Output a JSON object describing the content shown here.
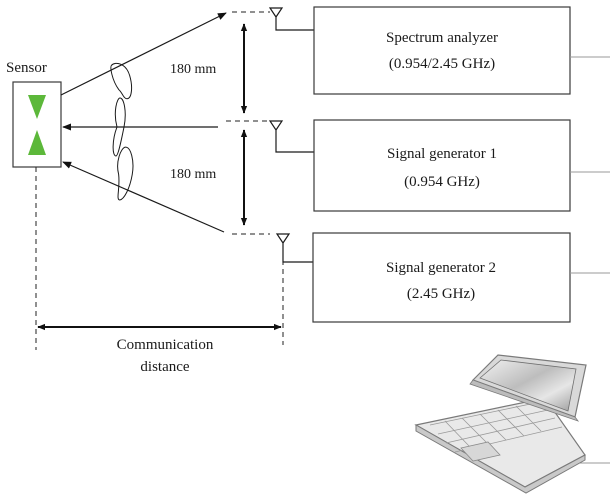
{
  "sensor": {
    "label": "Sensor",
    "triangle_color": "#5cb83a"
  },
  "spacing": {
    "upper": "180 mm",
    "lower": "180 mm"
  },
  "instruments": [
    {
      "name": "Spectrum analyzer",
      "freq": "(0.954/2.45 GHz)"
    },
    {
      "name": "Signal generator 1",
      "freq": "(0.954 GHz)"
    },
    {
      "name": "Signal generator 2",
      "freq": "(2.45 GHz)"
    }
  ],
  "distance": {
    "line1": "Communication",
    "line2": "distance"
  },
  "icons": {
    "laptop": "laptop-icon",
    "antenna": "antenna-icon"
  }
}
